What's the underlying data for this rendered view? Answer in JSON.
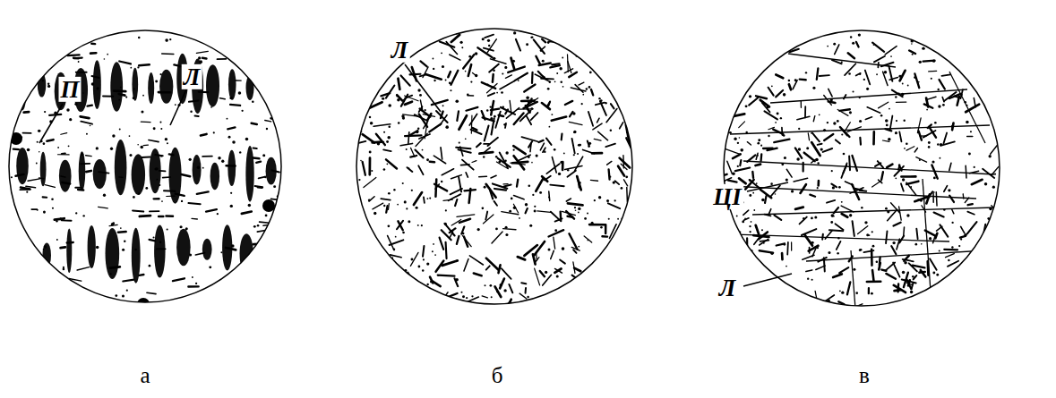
{
  "diagram": {
    "labels": [
      "П",
      "Л",
      "Л",
      "ЦI",
      "Л",
      "а",
      "б",
      "в"
    ]
  }
}
